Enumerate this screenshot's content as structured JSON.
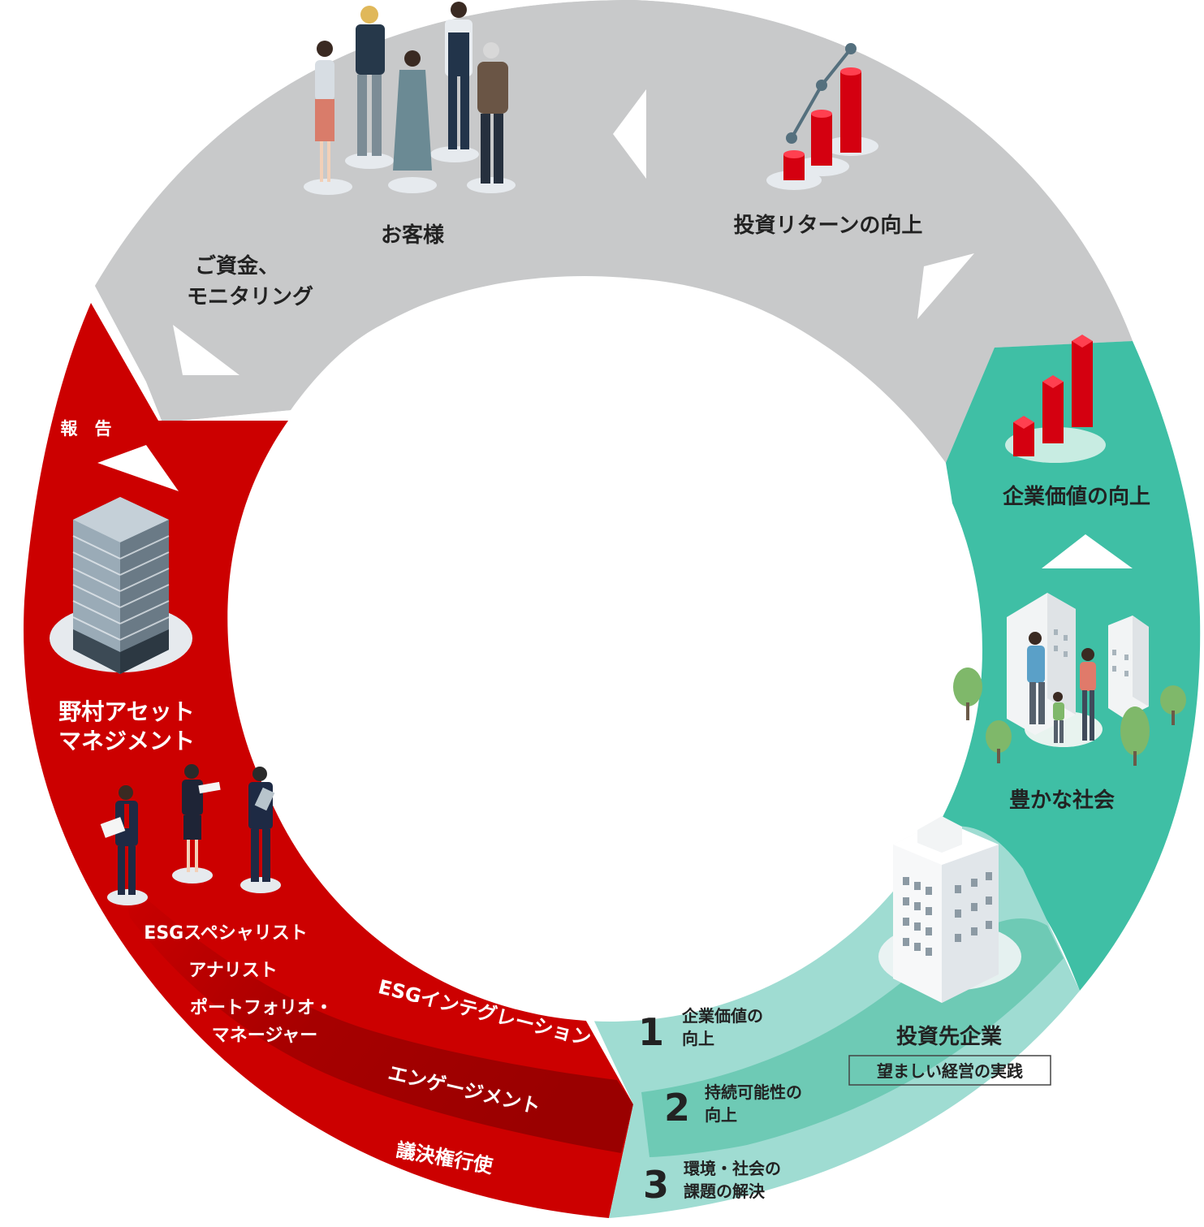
{
  "colors": {
    "gray_band": "#c8c9ca",
    "red_band": "#cc0000",
    "red_dark": "#9a0000",
    "teal_band": "#3fbfa5",
    "teal_light": "#9fdcd2",
    "teal_mid": "#62c6ae",
    "text_dark": "#222222",
    "text_white": "#ffffff"
  },
  "gray": {
    "customers": "お客様",
    "funds_line1": "ご資金、",
    "funds_line2": "モニタリング",
    "return": "投資リターンの向上"
  },
  "red": {
    "report": "報　告",
    "company_line1": "野村アセット",
    "company_line2": "マネジメント",
    "esg_specialist": "ESGスペシャリスト",
    "analyst": "アナリスト",
    "pm_line1": "ポートフォリオ・",
    "pm_line2": "マネージャー",
    "esg_integration": "ESGインテグレーション",
    "engagement": "エンゲージメント",
    "voting": "議決権行使"
  },
  "teal": {
    "enterprise_value": "企業価値の向上",
    "rich_society": "豊かな社会",
    "investee": "投資先企業",
    "practice": "望ましい経営の実践"
  },
  "steps": [
    {
      "num": "1",
      "line1": "企業価値の",
      "line2": "向上"
    },
    {
      "num": "2",
      "line1": "持続可能性の",
      "line2": "向上"
    },
    {
      "num": "3",
      "line1": "環境・社会の",
      "line2": "課題の解決"
    }
  ],
  "icons": [
    "people-icon",
    "line-bar-chart-icon",
    "bar-chart-icon",
    "office-tower-icon",
    "business-people-icon",
    "family-city-icon",
    "investee-building-icon",
    "arrow-triangle-icon"
  ]
}
